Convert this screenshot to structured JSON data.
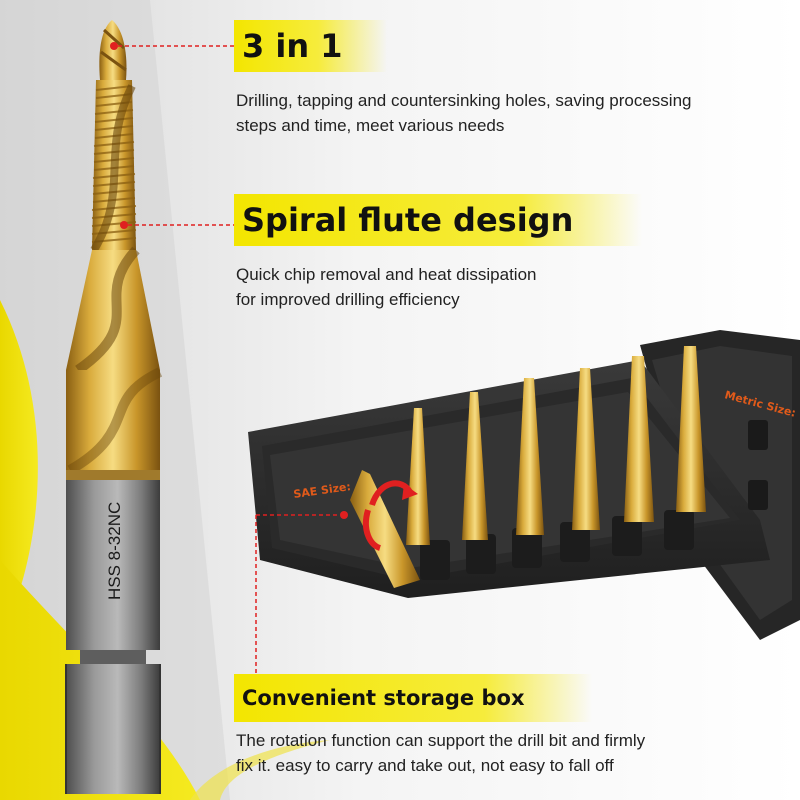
{
  "features": [
    {
      "title": "3 in 1",
      "description_lines": [
        "Drilling, tapping and countersinking holes, saving processing",
        "steps and time, meet various needs"
      ]
    },
    {
      "title": "Spiral flute design",
      "description_lines": [
        "Quick chip removal and heat dissipation",
        "for improved drilling efficiency"
      ]
    },
    {
      "title": "Convenient storage box",
      "description_lines": [
        "The rotation function can support the drill bit and firmly",
        "fix it. easy to carry and take out, not easy to fall off"
      ]
    }
  ],
  "product_labels": {
    "shank_marking": "HSS 8-32NC",
    "box_left_label": "SAE Size:",
    "box_right_label": "Metric Size:"
  },
  "colors": {
    "accent_yellow": "#f3e600",
    "gold": "#c99a2e",
    "box_black": "#2b2b2b",
    "shank_grey": "#8a8a8a",
    "pointer_red": "#e02020"
  }
}
